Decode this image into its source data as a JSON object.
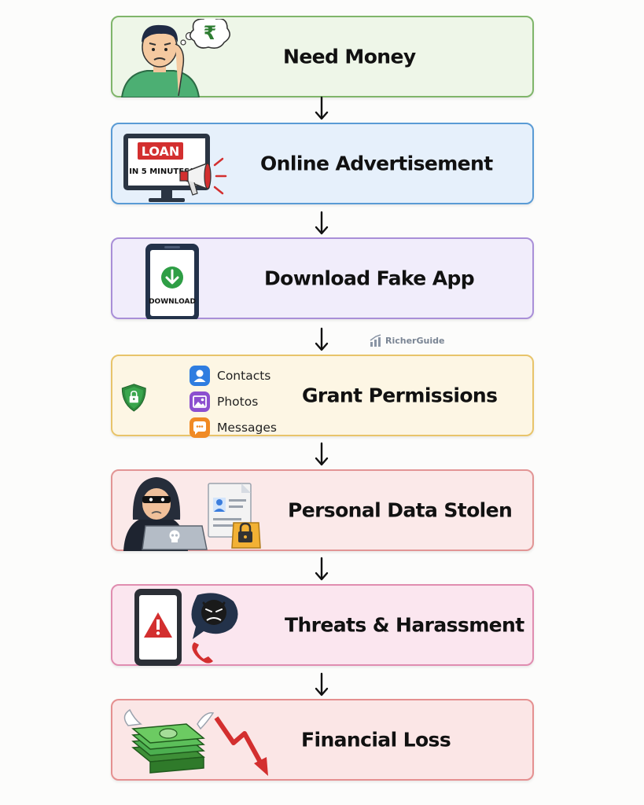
{
  "steps": [
    {
      "id": "need-money",
      "title": "Need Money",
      "fill": "#eef6e8",
      "border": "#7fb56a"
    },
    {
      "id": "online-advertisement",
      "title": "Online Advertisement",
      "fill": "#e6f0fb",
      "border": "#5a9bd5"
    },
    {
      "id": "download-fake-app",
      "title": "Download Fake App",
      "fill": "#f1edfb",
      "border": "#a98fd8"
    },
    {
      "id": "grant-permissions",
      "title": "Grant Permissions",
      "fill": "#fdf6e4",
      "border": "#e8c46a"
    },
    {
      "id": "personal-data-stolen",
      "title": "Personal Data Stolen",
      "fill": "#fbe9e9",
      "border": "#e29595"
    },
    {
      "id": "threats-harassment",
      "title": "Threats & Harassment",
      "fill": "#fbe6ef",
      "border": "#e08db0"
    },
    {
      "id": "financial-loss",
      "title": "Financial Loss",
      "fill": "#fbe6e6",
      "border": "#e59090"
    }
  ],
  "illustrations": {
    "need_money": {
      "currency_symbol": "₹"
    },
    "advertisement": {
      "badge": "LOAN",
      "tagline": "IN 5 MINUTES!"
    },
    "download": {
      "label": "DOWNLOAD"
    }
  },
  "permissions": [
    {
      "label": "Contacts",
      "icon": "contacts-icon",
      "color": "#2f7de0"
    },
    {
      "label": "Photos",
      "icon": "photos-icon",
      "color": "#8c4fcf"
    },
    {
      "label": "Messages",
      "icon": "messages-icon",
      "color": "#f08a24"
    }
  ],
  "watermark": {
    "text": "RicherGuide"
  }
}
